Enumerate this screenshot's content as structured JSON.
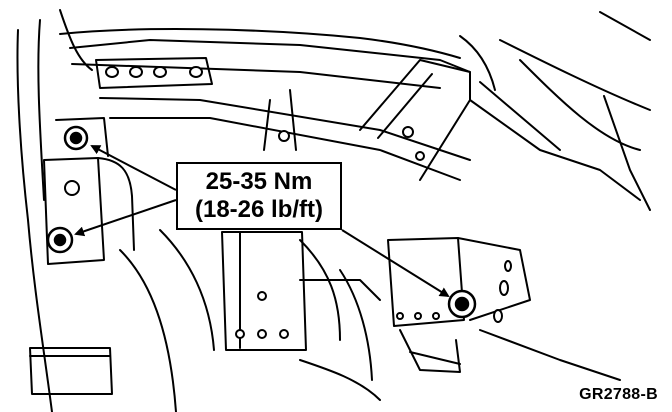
{
  "callout": {
    "torque_nm": "25-35 Nm",
    "torque_lbft": "(18-26 lb/ft)"
  },
  "figure_code": "GR2788-B",
  "colors": {
    "line": "#000000",
    "background": "#ffffff"
  }
}
